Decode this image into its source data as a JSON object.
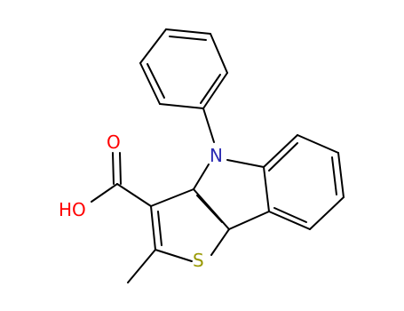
{
  "molecule": {
    "atoms": {
      "O1": "O",
      "O2": "HO",
      "N": "N",
      "S": "S"
    },
    "colors": {
      "bond": "#000000",
      "oxygen": "#ff0000",
      "nitrogen": "#2c2cb3",
      "sulfur": "#999900"
    }
  }
}
